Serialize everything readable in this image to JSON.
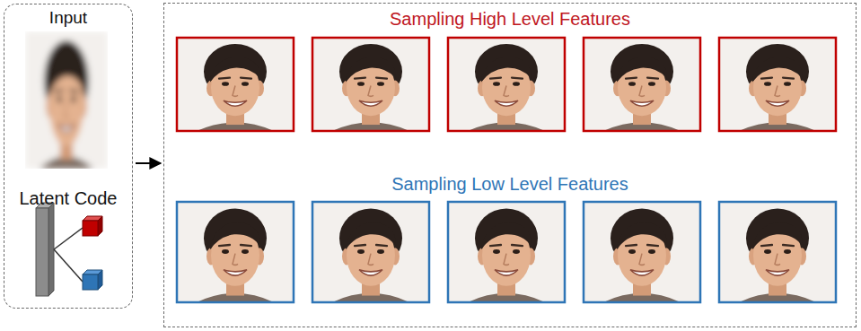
{
  "diagram": {
    "nodes": [
      {
        "text": [
          "Input",
          "Latent Code"
        ]
      },
      {
        "text": [
          "Sampling High Level Features",
          "Sampling Low Level Features"
        ]
      }
    ],
    "edges": [
      {
        "from": 0,
        "to": 1,
        "arrow": "to"
      }
    ]
  }
}
